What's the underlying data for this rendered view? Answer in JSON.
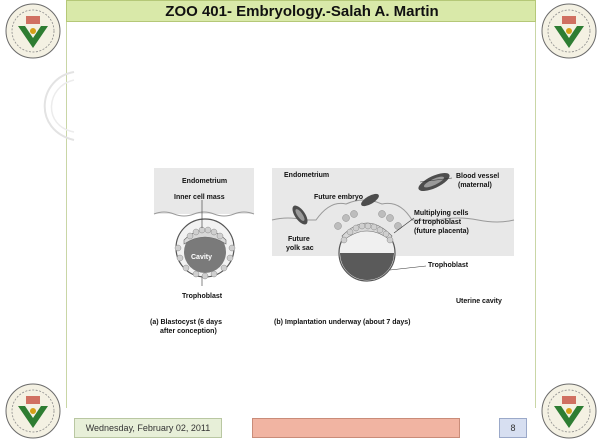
{
  "slide": {
    "title": "ZOO 401- Embryology.-Salah A. Martin",
    "footer_date": "Wednesday, February 02, 2011",
    "footer_page": "8"
  },
  "figure": {
    "a": {
      "endometrium": "Endometrium",
      "inner_cell_mass": "Inner cell mass",
      "cavity": "Cavity",
      "trophoblast": "Trophoblast",
      "caption_1": "(a) Blastocyst (6 days",
      "caption_2": "after conception)"
    },
    "b": {
      "endometrium": "Endometrium",
      "future_embryo": "Future embryo",
      "blood_vessel_1": "Blood vessel",
      "blood_vessel_2": "(maternal)",
      "multiplying_1": "Multiplying cells",
      "multiplying_2": "of trophoblast",
      "multiplying_3": "(future placenta)",
      "future_yolk_1": "Future",
      "future_yolk_2": "yolk sac",
      "trophoblast": "Trophoblast",
      "uterine_cavity": "Uterine cavity",
      "caption": "(b) Implantation underway (about 7 days)"
    }
  },
  "colors": {
    "title_bg": "#d9e9a9",
    "footer_mid": "#f1b4a2",
    "footer_page": "#d7dff1",
    "logo_green": "#2e7d32",
    "tissue": "#e6e6e6"
  },
  "icons": [
    "university-seal-icon"
  ]
}
